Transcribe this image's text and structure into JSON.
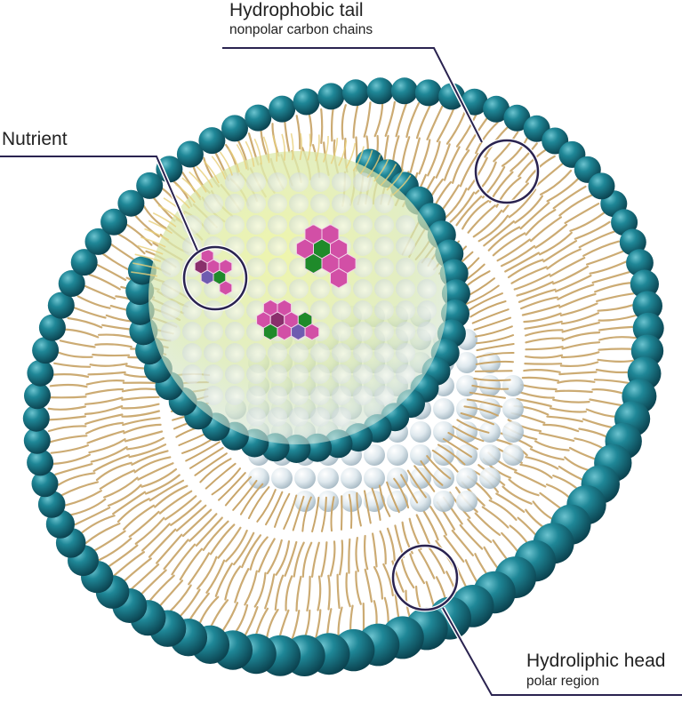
{
  "labels": {
    "tail_title": "Hydrophobic tail",
    "tail_sub": "nonpolar carbon chains",
    "nutrient": "Nutrient",
    "head_title": "Hydroliphic head",
    "head_sub": "polar region"
  },
  "colors": {
    "head_teal": "#1b7a8a",
    "tail_gold": "#c9a66b",
    "core_glow": "#e6eea0",
    "nutrient_pink": "#d24fa6",
    "nutrient_green": "#1f8a2a",
    "callout_line": "#2a2350"
  }
}
